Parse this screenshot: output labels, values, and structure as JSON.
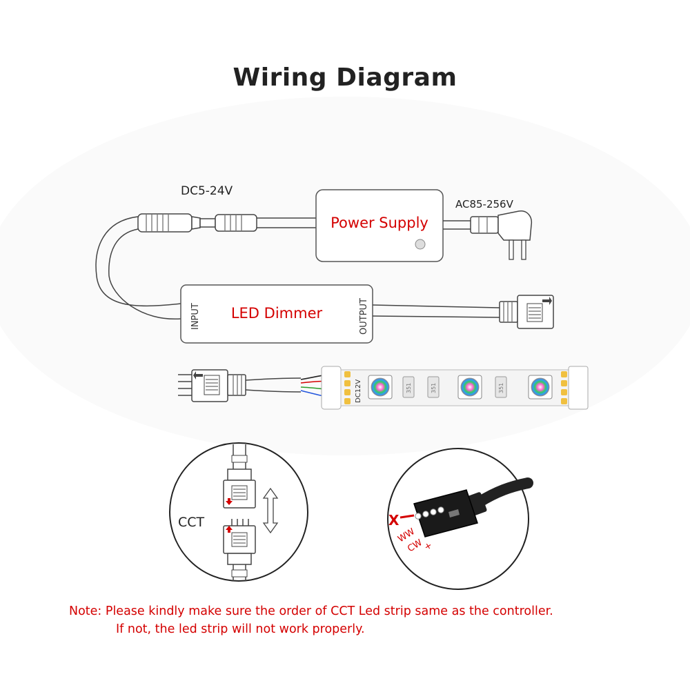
{
  "title": "Wiring Diagram",
  "labels": {
    "dc_voltage": "DC5-24V",
    "ac_voltage": "AC85-256V",
    "power_supply": "Power Supply",
    "led_dimmer": "LED Dimmer",
    "input": "INPUT",
    "output": "OUTPUT",
    "strip_voltage": "DC12V",
    "chip_marking": "351",
    "cct": "CCT",
    "cross_mark": "X",
    "ww": "WW",
    "cw": "CW",
    "plus": "+"
  },
  "note": {
    "line1": "Note: Please kindly make sure the order of CCT Led strip same as the controller.",
    "line2": "If not, the led strip will not work properly."
  },
  "colors": {
    "text_dark": "#222222",
    "accent_red": "#d40000",
    "strip_white": "#f2f2f2",
    "strip_pad": "#f0c040",
    "line": "#555555"
  }
}
